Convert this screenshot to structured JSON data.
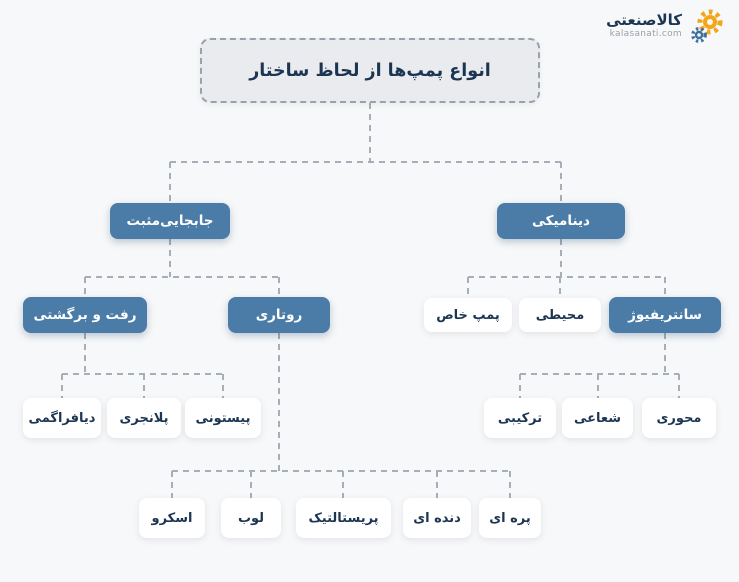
{
  "brand": {
    "name": "کالاصنعتی",
    "domain": "kalasanati.com"
  },
  "root_label": "انواع پمپ‌ها از لحاظ ساختار",
  "tree": {
    "positive_displacement": {
      "label": "جابجایی‌مثبت",
      "reciprocating": {
        "label": "رفت و برگشتی",
        "diaphragm": "دیافراگمی",
        "plunger": "پلانجری",
        "piston": "پیستونی"
      },
      "rotary": {
        "label": "روتاری",
        "screw": "اسکرو",
        "lobe": "لوب",
        "peristaltic": "پریستالتیک",
        "gear": "دنده ای",
        "vane": "پره ای"
      }
    },
    "dynamic": {
      "label": "دینامیکی",
      "special_pump": "پمپ خاص",
      "peripheral": "محیطی",
      "centrifugal": {
        "label": "سانتریفیوژ",
        "mixed": "ترکیبی",
        "radial": "شعاعی",
        "axial": "محوری"
      }
    }
  },
  "colors": {
    "accent_blue": "#4a7ca7",
    "node_text": "#1c3552",
    "root_fill": "#e9ebee",
    "line_gray": "#a7aeb8",
    "background": "#f7f8f9",
    "brand_orange": "#f2a71b",
    "brand_blue": "#3e6f9e"
  }
}
